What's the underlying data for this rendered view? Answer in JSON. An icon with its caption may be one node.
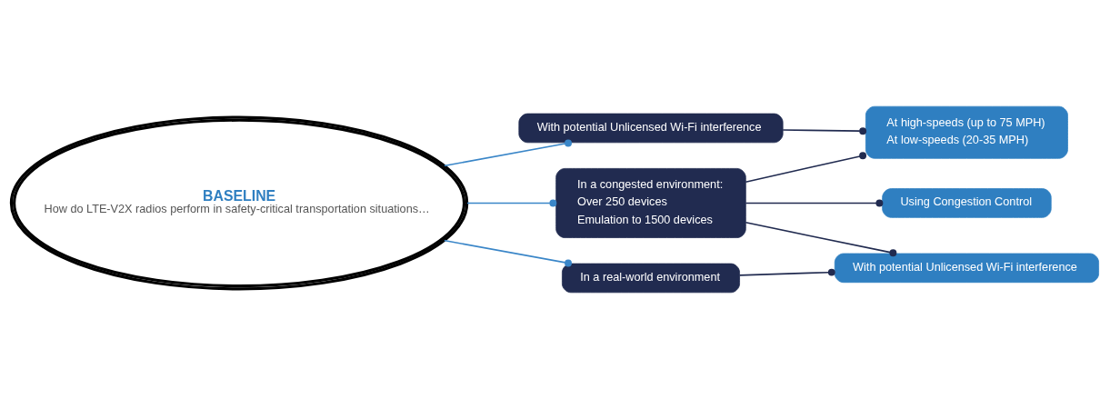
{
  "diagram": {
    "nodes": [
      {
        "text": [
          "BASELINE",
          "How do LTE-V2X radios perform in safety-critical transportation situations…"
        ]
      },
      {
        "text": [
          "With potential Unlicensed Wi-Fi interference"
        ]
      },
      {
        "text": [
          "In a congested environment:",
          "Over 250 devices",
          "Emulation to 1500 devices"
        ]
      },
      {
        "text": [
          "In a real-world environment"
        ]
      },
      {
        "text": [
          "At high-speeds (up to 75 MPH)",
          "At low-speeds (20-35 MPH)"
        ]
      },
      {
        "text": [
          "Using Congestion Control"
        ]
      },
      {
        "text": [
          "With potential Unlicensed Wi-Fi interference"
        ]
      }
    ],
    "edges": [
      {
        "from": 0,
        "to": 1,
        "arrow": "other",
        "color": "#3a86c8"
      },
      {
        "from": 0,
        "to": 2,
        "arrow": "other",
        "color": "#3a86c8"
      },
      {
        "from": 0,
        "to": 3,
        "arrow": "other",
        "color": "#3a86c8"
      },
      {
        "from": 1,
        "to": 4,
        "arrow": "other"
      },
      {
        "from": 2,
        "to": 4,
        "arrow": "other"
      },
      {
        "from": 2,
        "to": 5,
        "arrow": "other"
      },
      {
        "from": 2,
        "to": 6,
        "arrow": "other"
      },
      {
        "from": 3,
        "to": 6,
        "arrow": "other"
      }
    ]
  }
}
